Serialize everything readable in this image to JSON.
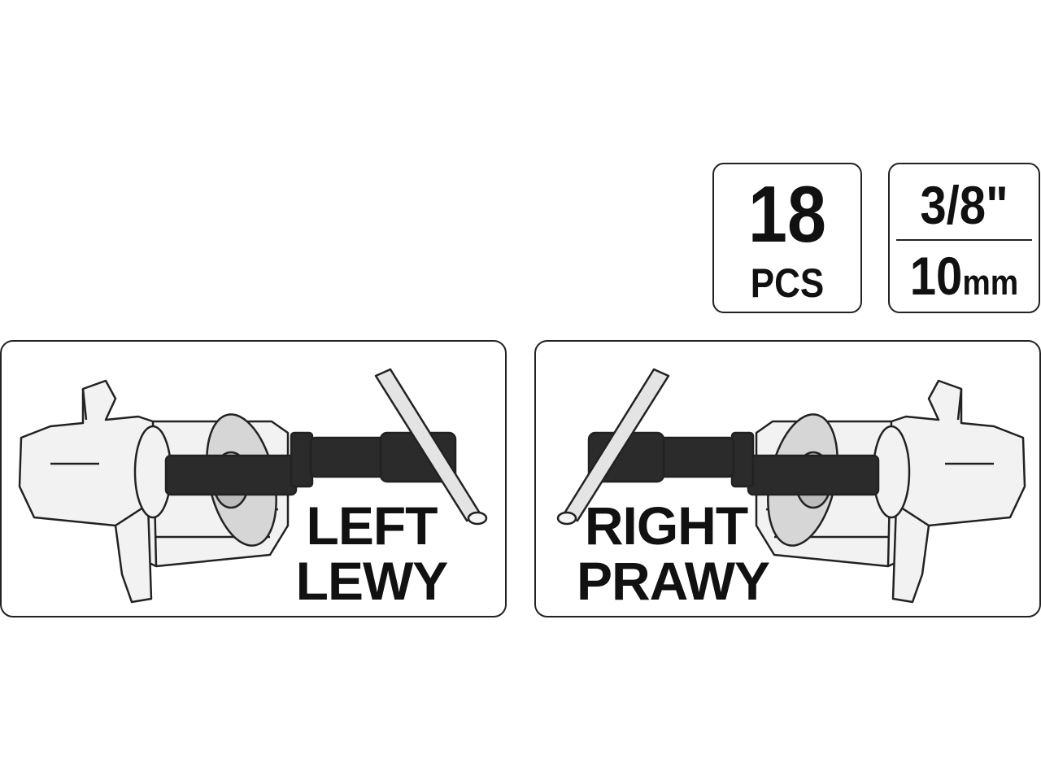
{
  "badges": {
    "quantity": {
      "value": "18",
      "unit": "PCS"
    },
    "size": {
      "drive": "3/8\"",
      "hex_value": "10",
      "hex_unit": "mm"
    }
  },
  "panels": {
    "left": {
      "line1": "LEFT",
      "line2": "LEWY"
    },
    "right": {
      "line1": "RIGHT",
      "line2": "PRAWY"
    }
  },
  "colors": {
    "outline": "#222222",
    "caliper_fill": "#f2f2f2",
    "washer_fill": "#d6d6d6",
    "shaft_fill": "#2b2b2b",
    "handle_fill": "#e4e4e4"
  },
  "icons": [
    "brake-caliper-icon",
    "piston-wind-back-tool-icon"
  ]
}
